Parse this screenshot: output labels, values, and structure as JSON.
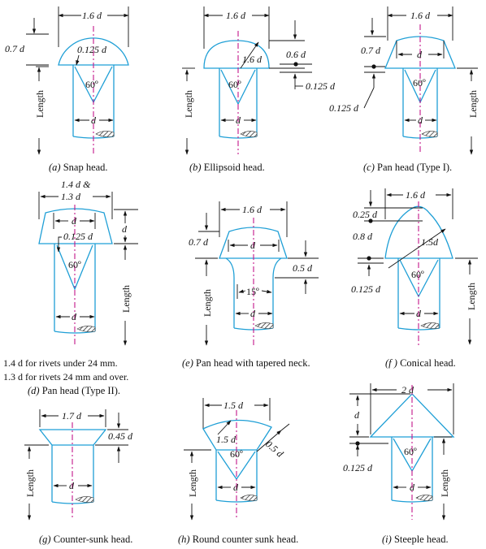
{
  "figures": [
    {
      "id": "a",
      "caption_letter": "(a)",
      "caption": " Snap head.",
      "labels": {
        "dia": "1.6 d",
        "height": "0.7 d",
        "radius": "0.125 d",
        "angle": "60º",
        "shank": "d",
        "length": "Length"
      }
    },
    {
      "id": "b",
      "caption_letter": "(b)",
      "caption": " Ellipsoid head.",
      "labels": {
        "dia": "1.6 d",
        "radius1": "1.6 d",
        "height": "0.6 d",
        "radius2": "0.125 d",
        "angle": "60º",
        "shank": "d",
        "length": "Length"
      }
    },
    {
      "id": "c",
      "caption_letter": "(c)",
      "caption": " Pan head (Type I).",
      "labels": {
        "dia": "1.6 d",
        "height": "0.7 d",
        "top": "d",
        "radius": "0.125 d",
        "angle": "60º",
        "shank": "d",
        "length": "Length"
      }
    },
    {
      "id": "d",
      "caption_letter": "(d)",
      "caption": " Pan head (Type II).",
      "labels": {
        "dia1": "1.4 d &",
        "dia2": "1.3 d",
        "top": "d",
        "radius": "0.125 d",
        "height": "d",
        "angle": "60º",
        "shank": "d",
        "length": "Length"
      },
      "notes": [
        "1.4 d for rivets under 24 mm.",
        "1.3 d for rivets 24 mm and over."
      ]
    },
    {
      "id": "e",
      "caption_letter": "(e)",
      "caption": " Pan head with tapered neck.",
      "labels": {
        "dia": "1.6 d",
        "height": "0.7 d",
        "top": "d",
        "neck": "0.5 d",
        "taper": "15º",
        "shank": "d",
        "length": "Length"
      }
    },
    {
      "id": "f",
      "caption_letter": "(f )",
      "caption": " Conical head.",
      "labels": {
        "dia": "1.6 d",
        "top": "0.25 d",
        "height": "0.8 d",
        "radius": "1.5d",
        "radius2": "0.125 d",
        "angle": "60º",
        "shank": "d",
        "length": "Length"
      }
    },
    {
      "id": "g",
      "caption_letter": "(g)",
      "caption": " Counter-sunk head.",
      "labels": {
        "dia": "1.7 d",
        "height": "0.45 d",
        "shank": "d",
        "length": "Length"
      }
    },
    {
      "id": "h",
      "caption_letter": "(h)",
      "caption": " Round counter sunk head.",
      "labels": {
        "dia": "1.5 d",
        "radius": "1.5 d",
        "angle": "60º",
        "rise": "0.5 d",
        "shank": "d",
        "length": "Length"
      }
    },
    {
      "id": "i",
      "caption_letter": "(i)",
      "caption": " Steeple head.",
      "labels": {
        "dia": "2 d",
        "height": "d",
        "radius": "0.125 d",
        "angle": "60º",
        "shank": "d",
        "length": "Length"
      }
    }
  ],
  "colors": {
    "outline": "#1f9fd6",
    "centerline": "#c2168a",
    "dimension": "#111111"
  }
}
